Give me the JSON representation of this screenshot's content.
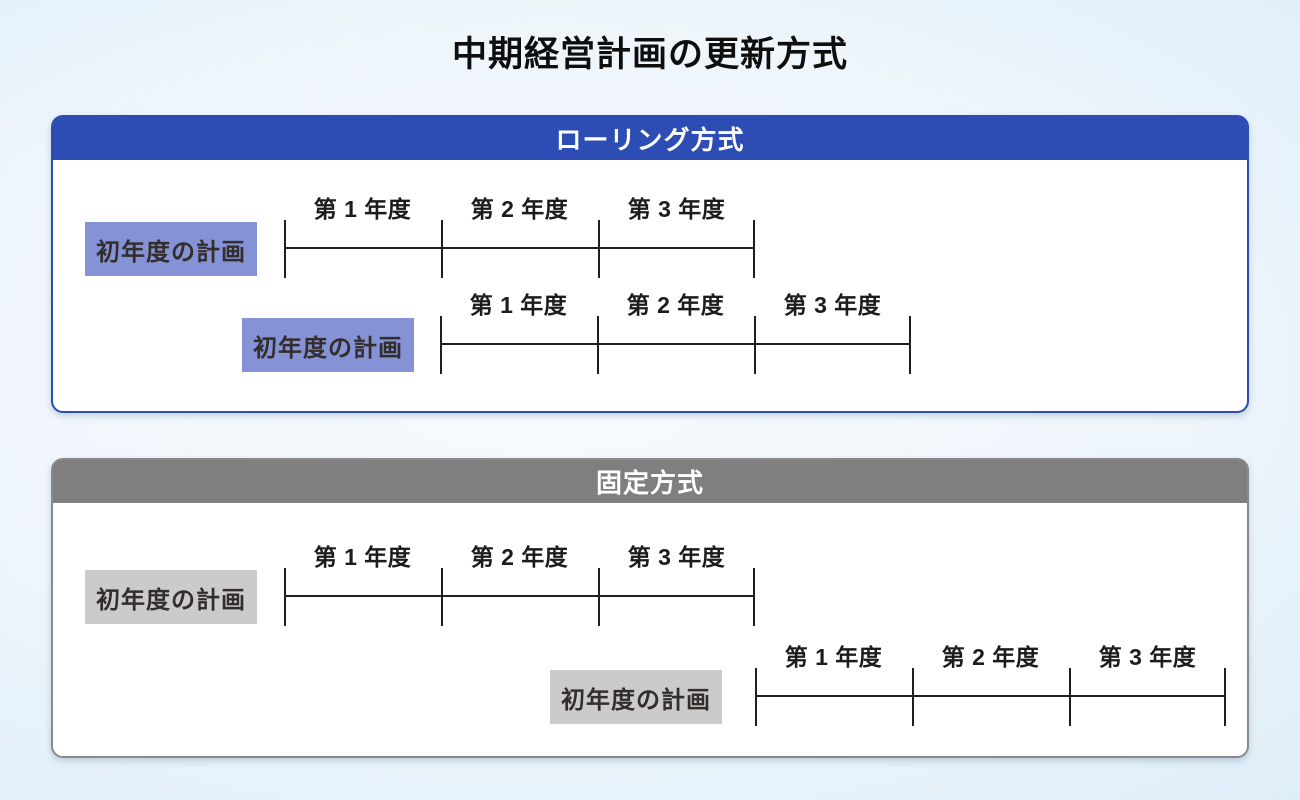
{
  "title": "中期経営計画の更新方式",
  "panels": [
    {
      "name": "rolling",
      "header": "ローリング方式",
      "rows": [
        {
          "plan_label": "初年度の計画",
          "years": [
            "第 1 年度",
            "第 2 年度",
            "第 3 年度"
          ]
        },
        {
          "plan_label": "初年度の計画",
          "years": [
            "第 1 年度",
            "第 2 年度",
            "第 3 年度"
          ]
        }
      ]
    },
    {
      "name": "fixed",
      "header": "固定方式",
      "rows": [
        {
          "plan_label": "初年度の計画",
          "years": [
            "第 1 年度",
            "第 2 年度",
            "第 3 年度"
          ]
        },
        {
          "plan_label": "初年度の計画",
          "years": [
            "第 1 年度",
            "第 2 年度",
            "第 3 年度"
          ]
        }
      ]
    }
  ],
  "colors": {
    "rolling_header": "#2d4db4",
    "rolling_plan_box": "#8592d6",
    "fixed_header": "#7f7f7f",
    "fixed_plan_box": "#cbcbcb",
    "timeline_line": "#1f1f1f",
    "background_edge": "#cbe3f4",
    "panel_background": "#ffffff"
  }
}
